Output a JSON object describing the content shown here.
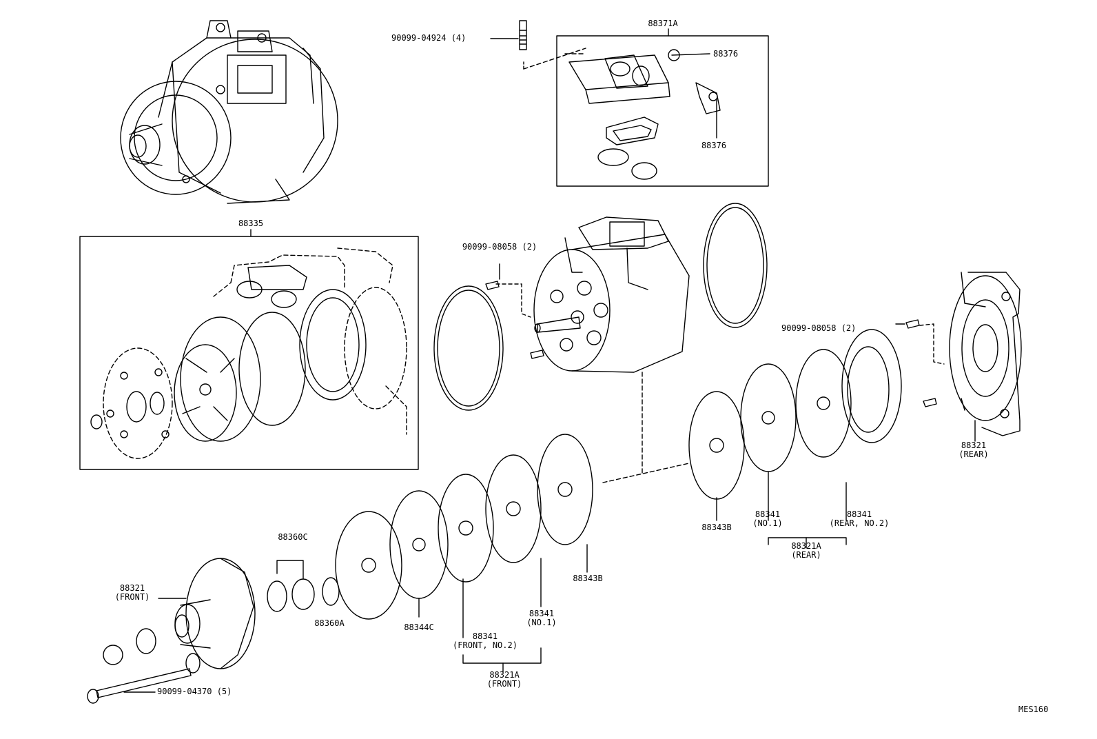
{
  "diagram": {
    "callouts": {
      "bolt_top": "90099-04924 (4)",
      "valve_assy": "88371A",
      "valve_upper": "88376",
      "valve_lower": "88376",
      "cylinder_kit": "88335",
      "pin_center": "90099-08058 (2)",
      "pin_right": "90099-08058 (2)",
      "rear_housing": "88321",
      "rear_housing_sub": "(REAR)",
      "shim_kit": "88360C",
      "shim_a": "88360A",
      "front_housing": "88321",
      "front_housing_sub": "(FRONT)",
      "valve_plate_front": "88344C",
      "reed_front_no2": "88341",
      "reed_front_no2_sub": "(FRONT, NO.2)",
      "reed_no1_front": "88341",
      "reed_no1_front_sub": "(NO.1)",
      "front_group": "88321A",
      "front_group_sub": "(FRONT)",
      "gasket_mid": "88343B",
      "gasket_rear": "88343B",
      "reed_no1_rear": "88341",
      "reed_no1_rear_sub": "(NO.1)",
      "reed_rear_no2": "88341",
      "reed_rear_no2_sub": "(REAR, NO.2)",
      "rear_group": "88321A",
      "rear_group_sub": "(REAR)",
      "through_bolt": "90099-04370 (5)",
      "drawing_code": "MES160"
    }
  }
}
